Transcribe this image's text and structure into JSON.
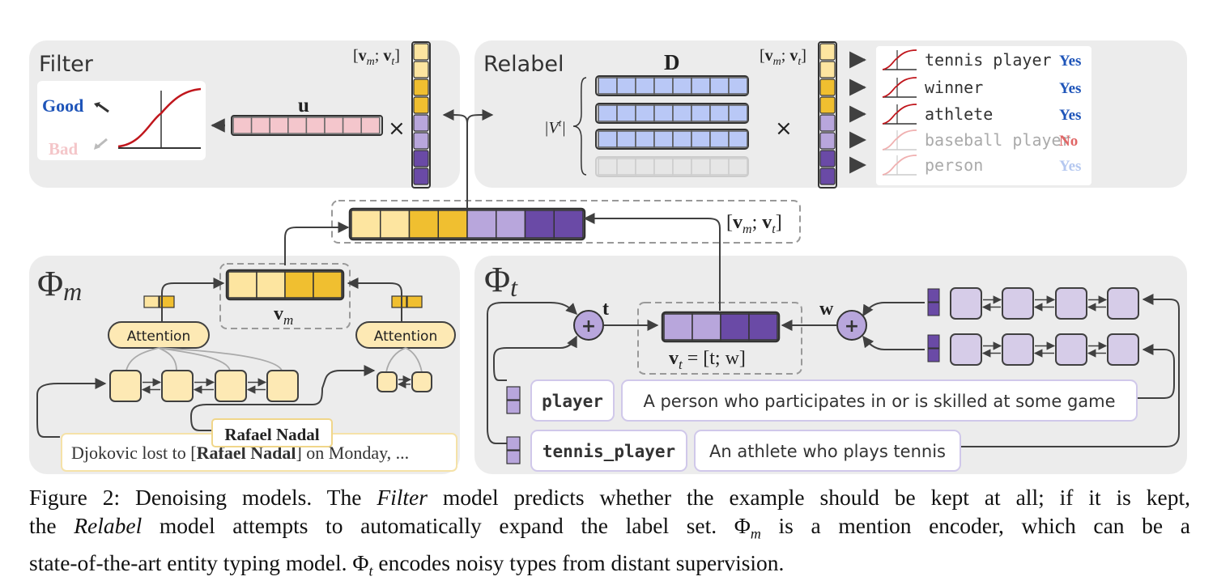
{
  "filter": {
    "title": "Filter",
    "good_label": "Good",
    "bad_label": "Bad",
    "u_label": "u",
    "concat_label": "[v",
    "times": "×"
  },
  "relabel": {
    "title": "Relabel",
    "d_label": "D",
    "v_label": "|V",
    "times": "×",
    "types": [
      {
        "name": "tennis player",
        "decision": "Yes"
      },
      {
        "name": "winner",
        "decision": "Yes"
      },
      {
        "name": "athlete",
        "decision": "Yes"
      },
      {
        "name": "baseball player",
        "decision": "No"
      },
      {
        "name": "person",
        "decision": "Yes"
      }
    ]
  },
  "mention": {
    "phi_label": "Φ",
    "phi_sub": "m",
    "attention_left": "Attention",
    "attention_right": "Attention",
    "vm_label": "v",
    "vm_sub": "m",
    "entity": "Rafael Nadal",
    "sentence_prefix": "Djokovic lost to [",
    "sentence_entity": "Rafael Nadal",
    "sentence_suffix": "] on Monday, ..."
  },
  "types_encoder": {
    "phi_label": "Φ",
    "phi_sub": "t",
    "t_label": "t",
    "w_label": "w",
    "vt_label": "v",
    "vt_sub": "t",
    "vt_eq": " = [t; w]",
    "type1": "player",
    "def1": "A person who participates in or is skilled at some game",
    "type2": "tennis_player",
    "def2": "An athlete who plays tennis"
  },
  "concat": {
    "label_prefix": "[v",
    "label_sub1": "m",
    "label_mid": "; v",
    "label_sub2": "t",
    "label_suffix": "]"
  },
  "caption": {
    "line1": "Figure 2: Denoising models. The Filter model predicts whether the example should be kept at all; if it is kept,",
    "line2": "the Relabel model attempts to automatically expand the label set. Φm is a mention encoder, which can be a",
    "line3": "state-of-the-art entity typing model. Φt encodes noisy types from distant supervision."
  },
  "colors": {
    "panel": "#ececec",
    "light_yellow": "#fde5a0",
    "dark_yellow": "#f0bf30",
    "light_purple": "#b8a6dc",
    "dark_purple": "#6a4aa6",
    "blue_cell": "#b9c8f6",
    "pink_cell": "#f4c6cc",
    "good": "#1f55b9",
    "bad": "#f4c6c9",
    "no": "#e06666",
    "curve": "#c0161c"
  }
}
